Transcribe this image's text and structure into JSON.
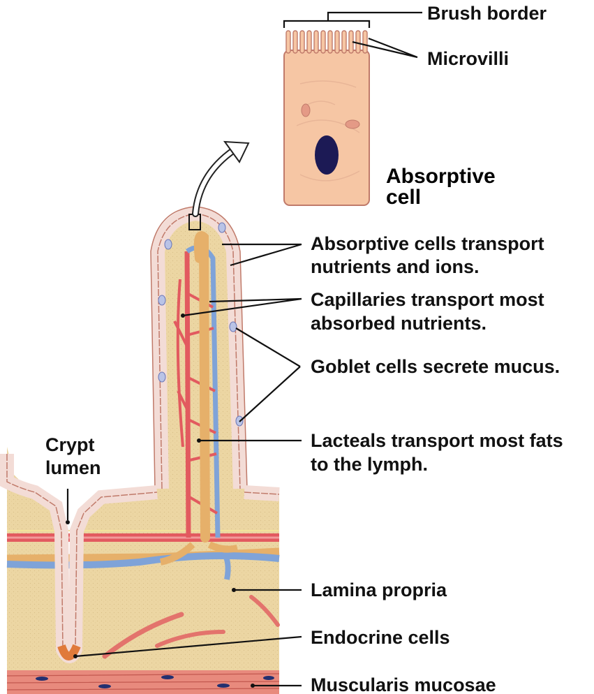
{
  "labels": {
    "brush_border": "Brush border",
    "microvilli": "Microvilli",
    "absorptive_cell_line1": "Absorptive",
    "absorptive_cell_line2": "cell",
    "absorptive_transport_line1": "Absorptive cells transport",
    "absorptive_transport_line2": "nutrients and ions.",
    "capillaries_line1": "Capillaries transport most",
    "capillaries_line2": "absorbed nutrients.",
    "goblet": "Goblet cells secrete mucus.",
    "lacteals_line1": "Lacteals transport most fats",
    "lacteals_line2": "to the lymph.",
    "crypt_line1": "Crypt",
    "crypt_line2": "lumen",
    "lamina_propria": "Lamina propria",
    "endocrine": "Endocrine cells",
    "muscularis": "Muscularis mucosae"
  },
  "colors": {
    "cell_fill": "#f6c6a4",
    "cell_outline": "#c07a6a",
    "nucleus": "#1c1a55",
    "tissue_bg": "#ecd6a3",
    "epithelium": "#f3dcd6",
    "capillary_red": "#e25a5f",
    "vein_blue": "#7fa3d8",
    "lacteal": "#e6b06a",
    "muscle": "#e88a7d"
  }
}
